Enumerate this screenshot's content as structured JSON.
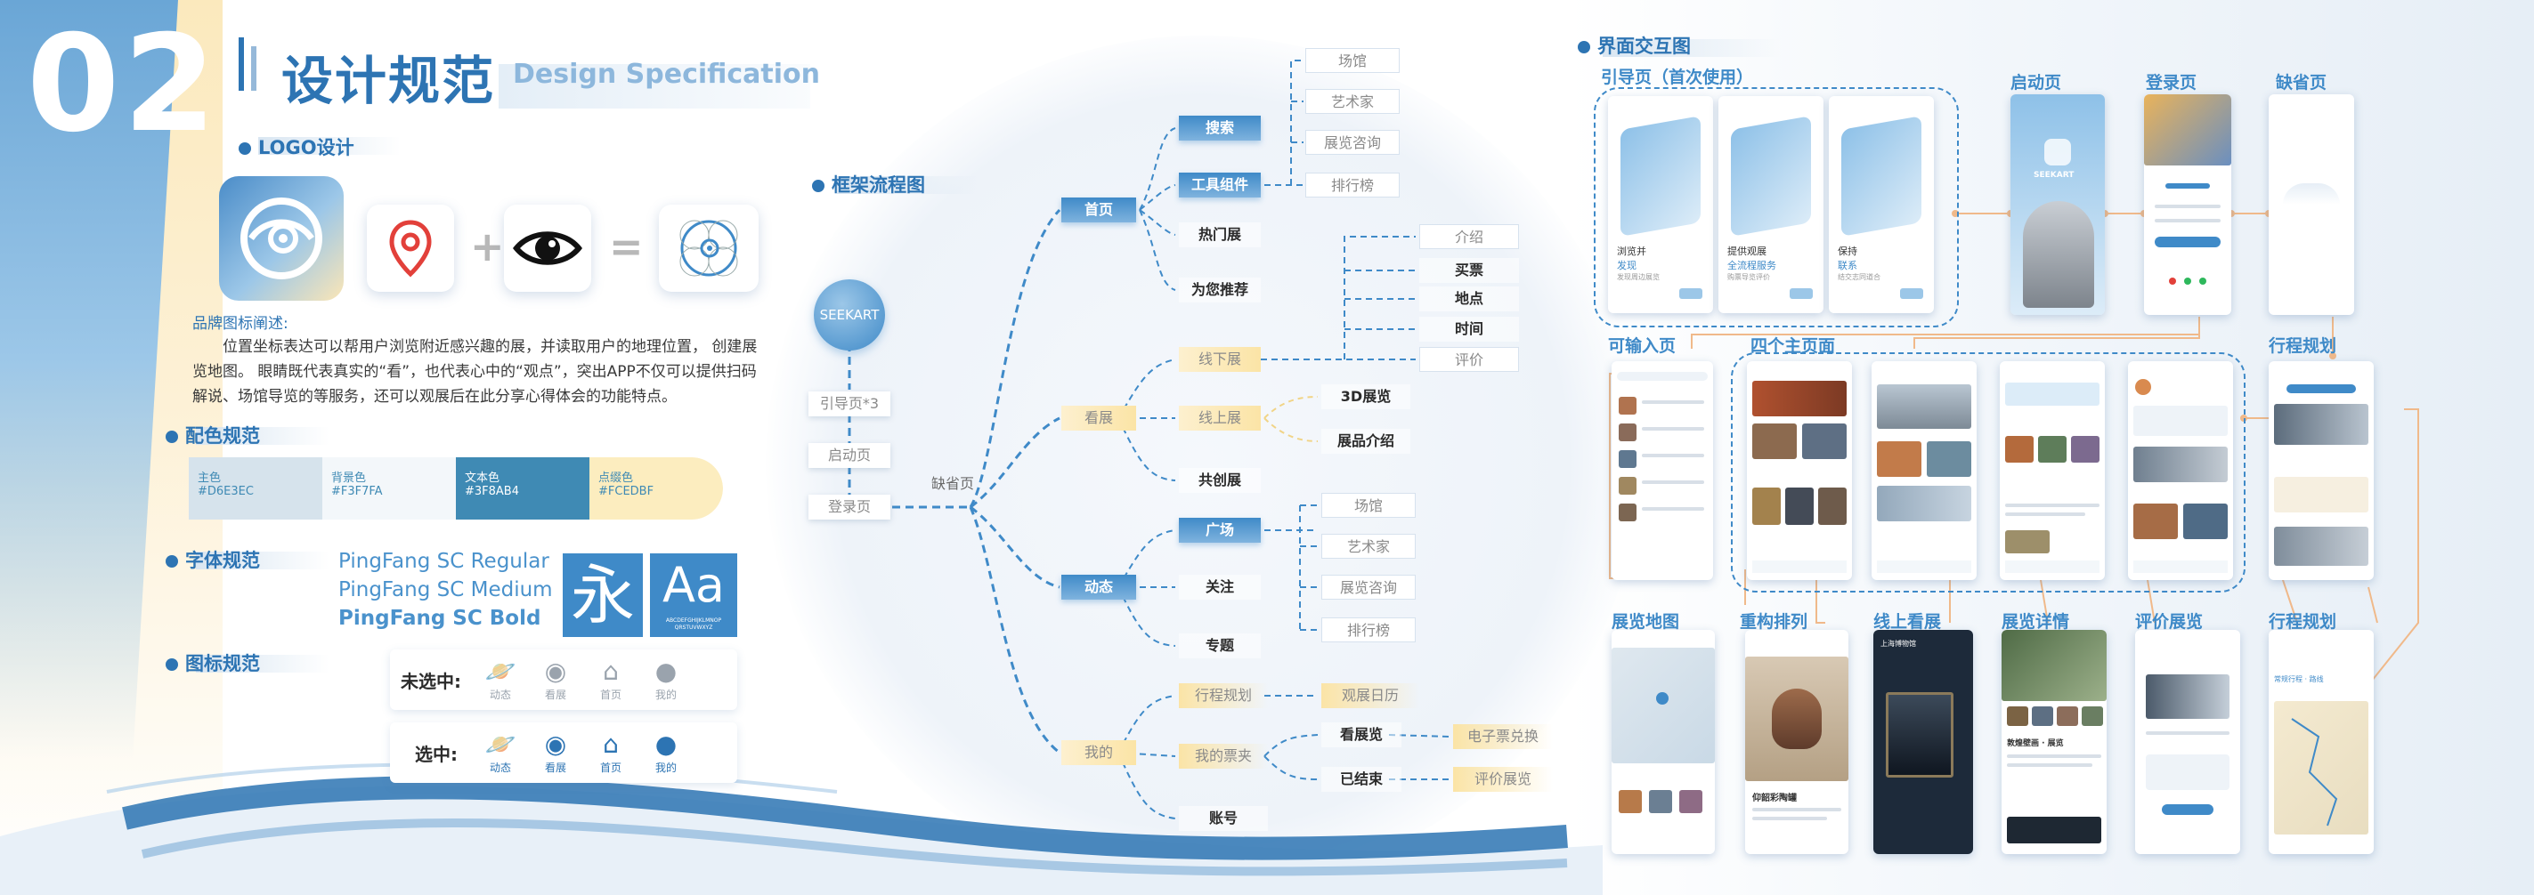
{
  "header": {
    "number": "02",
    "title_cn": "设计规范",
    "title_en": "Design Specification"
  },
  "logo": {
    "section_title": "LOGO设计",
    "brand_name": "SEEKART",
    "desc_title": "品牌图标阐述:",
    "desc_text": "位置坐标表达可以帮用户浏览附近感兴趣的展，并读取用户的地理位置，  创建展览地图。 眼睛既代表真实的“看”，也代表心中的“观点”，突出APP不仅可以提供扫码解说、场馆导览的等服务，还可以观展后在此分享心得体会的功能特点。",
    "plus": "+",
    "equals": "="
  },
  "colors": {
    "section_title": "配色规范",
    "swatches": [
      {
        "name": "主色",
        "hex": "#D6E3EC"
      },
      {
        "name": "背景色",
        "hex": "#F3F7FA"
      },
      {
        "name": "文本色",
        "hex": "#3F8AB4"
      },
      {
        "name": "点缀色",
        "hex": "#FCEDBF"
      }
    ]
  },
  "fonts": {
    "section_title": "字体规范",
    "items": [
      "PingFang SC Regular",
      "PingFang SC Medium",
      "PingFang SC Bold"
    ],
    "sample_cn": "永",
    "sample_en": "Aa",
    "sample_alpha": "ABCDEFGHIJKLMNOP QRSTUVWXYZ"
  },
  "icons": {
    "section_title": "图标规范",
    "unselected_label": "未选中:",
    "selected_label": "选中:",
    "items": [
      "动态",
      "看展",
      "首页",
      "我的"
    ]
  },
  "flow": {
    "section_title": "框架流程图",
    "root": "SEEKART",
    "start_nodes": [
      "引导页*3",
      "启动页",
      "登录页"
    ],
    "missing_page": "缺省页",
    "level1": [
      "首页",
      "看展",
      "动态",
      "我的"
    ],
    "home": {
      "children": [
        "搜索",
        "工具组件",
        "热门展",
        "为您推荐"
      ],
      "tools": [
        "场馆",
        "艺术家",
        "展览咨询",
        "排行榜"
      ]
    },
    "exhibit": {
      "children": [
        "线下展",
        "线上展",
        "共创展"
      ],
      "offline": [
        "介绍",
        "买票",
        "地点",
        "时间",
        "评价"
      ],
      "online": [
        "3D展览",
        "展品介绍"
      ]
    },
    "dynamic": {
      "children": [
        "广场",
        "关注",
        "专题"
      ],
      "square": [
        "场馆",
        "艺术家",
        "展览咨询",
        "排行榜"
      ]
    },
    "mine": {
      "children": [
        "行程规划",
        "我的票夹",
        "账号"
      ],
      "plan": [
        "观展日历"
      ],
      "tickets": [
        "看展览",
        "已结束"
      ],
      "watching": [
        "电子票兑换"
      ],
      "ended": [
        "评价展览"
      ]
    }
  },
  "interaction": {
    "section_title": "界面交互图",
    "labels": {
      "guide": "引导页（首次使用）",
      "splash": "启动页",
      "login": "登录页",
      "missing": "缺省页",
      "input": "可输入页",
      "main4": "四个主页面",
      "plan": "行程规划",
      "map": "展览地图",
      "rearrange": "重构排列",
      "online": "线上看展",
      "detail": "展览详情",
      "review": "评价展览",
      "plan2": "行程规划"
    },
    "guide_cards": [
      {
        "line1": "浏览并",
        "line2": "发现",
        "desc": "发现周边展览"
      },
      {
        "line1": "提供观展",
        "line2": "全流程服务",
        "desc": "购票导览评价"
      },
      {
        "line1": "保持",
        "line2": "联系",
        "desc": "结交志同道合"
      }
    ],
    "brand": "SEEKART",
    "detail_title": "敦煌壁画 · 展览",
    "online_title": "上海博物馆",
    "rearrange_caption": "仰韶彩陶罐",
    "plan_title": "常规行程 · 路线"
  },
  "palette": {
    "primary": "#2d74b3",
    "accent": "#fbe4a6",
    "text_blue": "#3F8AB4"
  }
}
